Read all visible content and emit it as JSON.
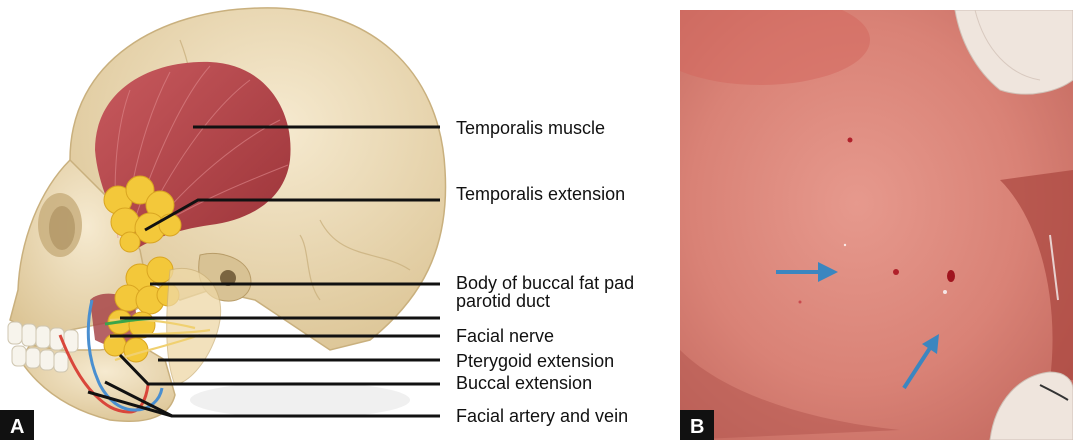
{
  "panels": {
    "a": {
      "letter": "A"
    },
    "b": {
      "letter": "B"
    }
  },
  "labels": [
    {
      "id": "temporalis-muscle",
      "text": "Temporalis muscle"
    },
    {
      "id": "temporalis-extension",
      "text": "Temporalis extension"
    },
    {
      "id": "body-of-buccal-fat-pad",
      "text": "Body of buccal fat pad"
    },
    {
      "id": "parotid-duct",
      "text": "parotid duct"
    },
    {
      "id": "facial-nerve",
      "text": "Facial nerve"
    },
    {
      "id": "pterygoid-extension",
      "text": "Pterygoid extension"
    },
    {
      "id": "buccal-extension",
      "text": "Buccal extension"
    },
    {
      "id": "facial-artery-and-vein",
      "text": "Facial artery and vein"
    }
  ],
  "colors": {
    "bone": "#ecdcb8",
    "muscle": "#b5434a",
    "fat": "#f3c83a",
    "artery": "#d9463b",
    "vein": "#4a8fd0",
    "nerve": "#f0d070",
    "duct": "#3aa54a",
    "mucosa": "#dc8278",
    "arrow": "#3b86c0",
    "panel_letter_bg": "#111111"
  }
}
